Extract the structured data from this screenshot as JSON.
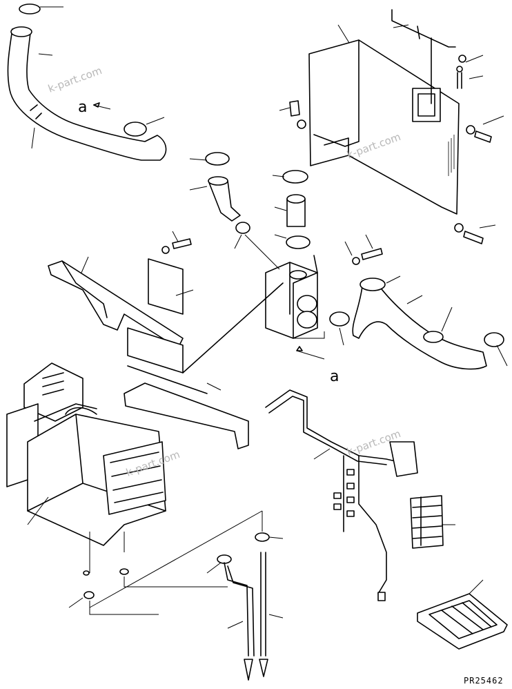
{
  "watermarks": [
    "k-part.com",
    "k-part.com",
    "k-part.com",
    "k-part.com"
  ],
  "view_labels": [
    "a",
    "a"
  ],
  "drawing_code": "PR25462"
}
